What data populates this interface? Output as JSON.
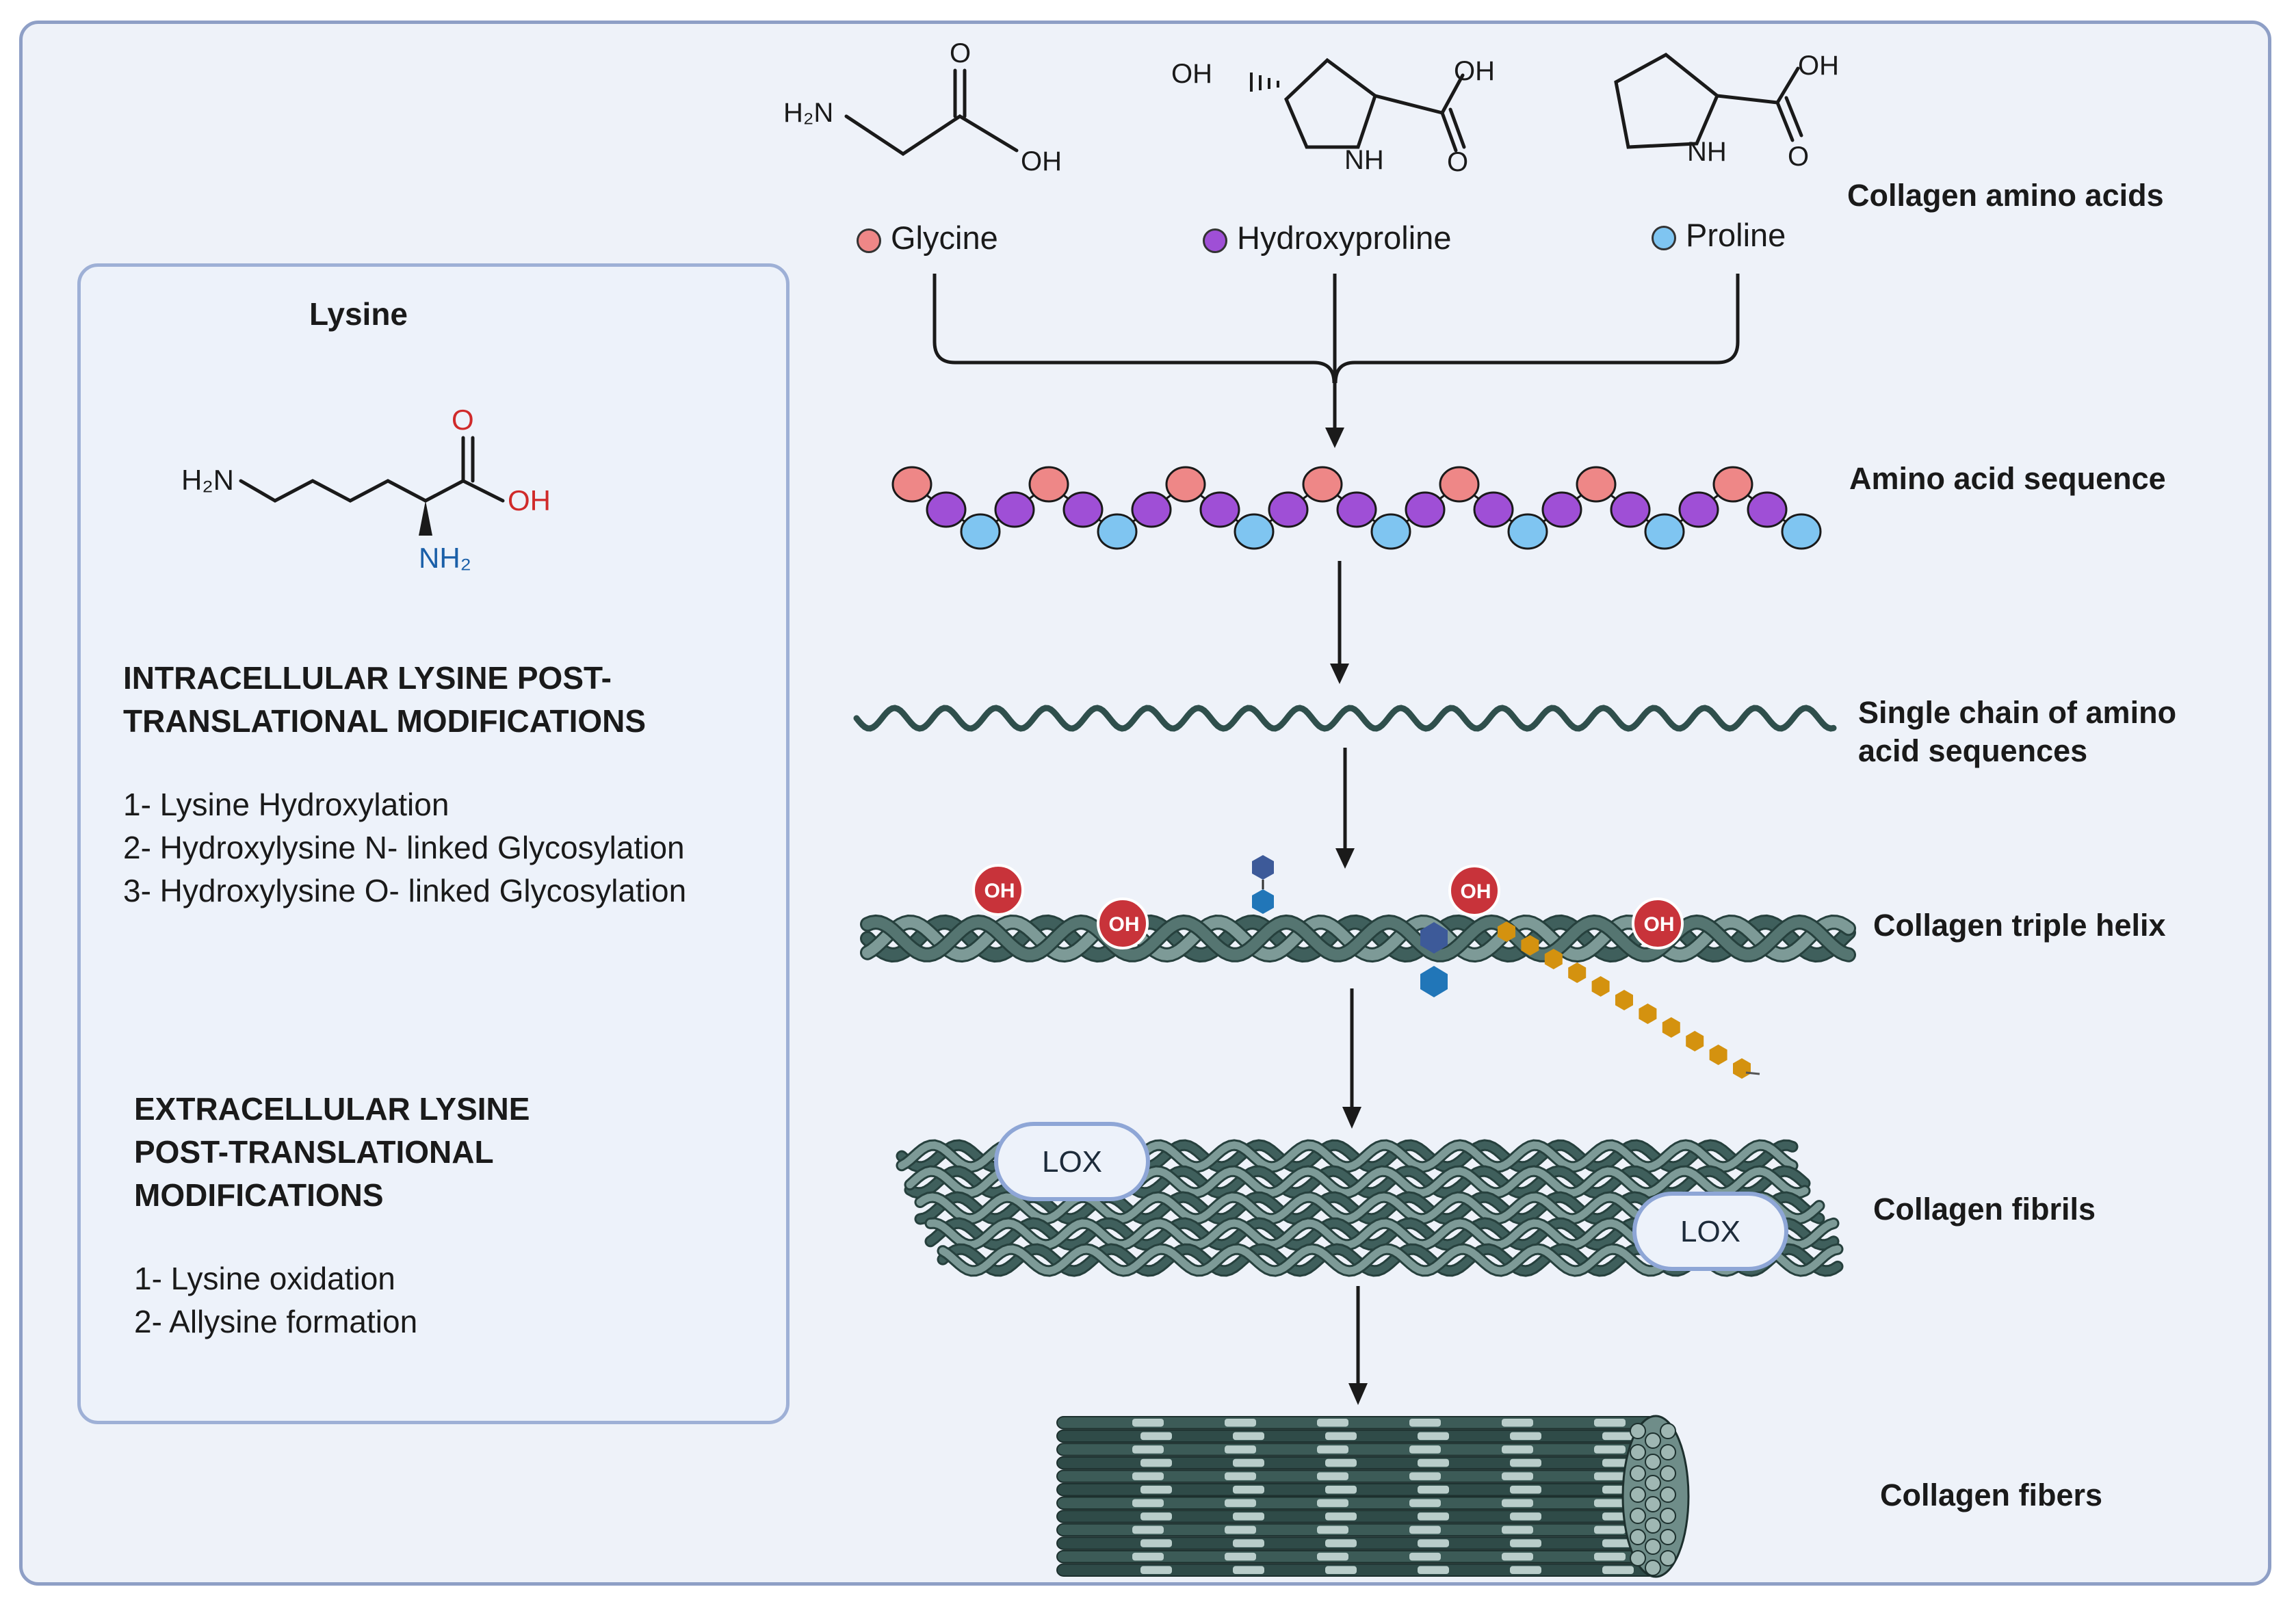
{
  "colors": {
    "glycine": "#ee8787",
    "hydroxyproline": "#9f4fd6",
    "proline": "#7fc5f1",
    "helix_dark": "#3f5f5c",
    "helix_light": "#7d9a97",
    "oh_badge": "#c8333a",
    "sugar_blue": "#2176b8",
    "sugar_dark": "#3d5a99",
    "chain_orange": "#d4920f",
    "frame_border": "#8e9fc6",
    "background": "#eef2f9"
  },
  "lysine_panel": {
    "title": "Lysine",
    "molecule": {
      "amine_left": "H₂N",
      "carbonyl_o": "O",
      "hydroxyl": "OH",
      "amine_bottom": "NH₂"
    },
    "intracellular": {
      "heading_line1": "INTRACELLULAR LYSINE POST-",
      "heading_line2": "TRANSLATIONAL MODIFICATIONS",
      "items": [
        "1- Lysine Hydroxylation",
        "2- Hydroxylysine N- linked Glycosylation",
        "3- Hydroxylysine O- linked Glycosylation"
      ]
    },
    "extracellular": {
      "heading_line1": "EXTRACELLULAR LYSINE",
      "heading_line2": "POST-TRANSLATIONAL",
      "heading_line3": "MODIFICATIONS",
      "items": [
        "1- Lysine oxidation",
        "2- Allysine formation"
      ]
    }
  },
  "amino_acids": {
    "glycine": {
      "legend": "Glycine",
      "atoms": {
        "amine": "H₂N",
        "o": "O",
        "oh": "OH"
      }
    },
    "hydroxyproline": {
      "legend": "Hydroxyproline",
      "atoms": {
        "oh_ring": "OH",
        "oh": "OH",
        "nh": "NH",
        "o": "O"
      }
    },
    "proline": {
      "legend": "Proline",
      "atoms": {
        "oh": "OH",
        "nh": "NH",
        "o": "O"
      }
    }
  },
  "stages": {
    "collagen_amino_acids": "Collagen amino acids",
    "amino_acid_sequence": "Amino acid sequence",
    "single_chain_line1": "Single chain of amino",
    "single_chain_line2": "acid sequences",
    "triple_helix": "Collagen triple helix",
    "fibrils": "Collagen fibrils",
    "fibers": "Collagen fibers"
  },
  "badges": {
    "oh": "OH",
    "lox": "LOX"
  }
}
